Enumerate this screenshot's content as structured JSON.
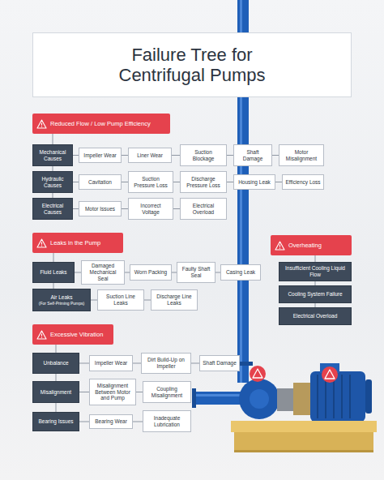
{
  "diagram": {
    "title": "Failure Tree for Centrifugal Pumps",
    "nodes": [
      {
        "text": [
          "Reduced Flow / Low Pump Efficiency"
        ]
      },
      {
        "text": [
          "Mechanical Causes"
        ]
      },
      {
        "text": [
          "Impeller Wear"
        ]
      },
      {
        "text": [
          "Liner Wear"
        ]
      },
      {
        "text": [
          "Suction Blockage"
        ]
      },
      {
        "text": [
          "Shaft Damage"
        ]
      },
      {
        "text": [
          "Motor Misalignment"
        ]
      },
      {
        "text": [
          "Hydraulic Causes"
        ]
      },
      {
        "text": [
          "Cavitation"
        ]
      },
      {
        "text": [
          "Suction Pressure Loss"
        ]
      },
      {
        "text": [
          "Discharge Pressure Loss"
        ]
      },
      {
        "text": [
          "Housing Leak"
        ]
      },
      {
        "text": [
          "Efficiency Loss"
        ]
      },
      {
        "text": [
          "Electrical Causes"
        ]
      },
      {
        "text": [
          "Motor Issues"
        ]
      },
      {
        "text": [
          "Incorrect Voltage"
        ]
      },
      {
        "text": [
          "Electrical Overload"
        ]
      },
      {
        "text": [
          "Leaks in the Pump"
        ]
      },
      {
        "text": [
          "Fluid Leaks"
        ]
      },
      {
        "text": [
          "Damaged Mechanical Seal"
        ]
      },
      {
        "text": [
          "Worn Packing"
        ]
      },
      {
        "text": [
          "Faulty Shaft Seal"
        ]
      },
      {
        "text": [
          "Casing Leak"
        ]
      },
      {
        "text": [
          "Air Leaks",
          "(For Self-Priming Pumps)"
        ]
      },
      {
        "text": [
          "Suction Line Leaks"
        ]
      },
      {
        "text": [
          "Discharge Line Leaks"
        ]
      },
      {
        "text": [
          "Overheating"
        ]
      },
      {
        "text": [
          "Insufficient Cooling Liquid Flow"
        ]
      },
      {
        "text": [
          "Cooling System Failure"
        ]
      },
      {
        "text": [
          "Electrical Overload"
        ]
      },
      {
        "text": [
          "Excessive Vibration"
        ]
      },
      {
        "text": [
          "Unbalance"
        ]
      },
      {
        "text": [
          "Impeller Wear"
        ]
      },
      {
        "text": [
          "Dirt Build-Up on Impeller"
        ]
      },
      {
        "text": [
          "Shaft Damage"
        ]
      },
      {
        "text": [
          "Misalignment"
        ]
      },
      {
        "text": [
          "Misalignment Between Motor and Pump"
        ]
      },
      {
        "text": [
          "Coupling Misalignment"
        ]
      },
      {
        "text": [
          "Bearing Issues"
        ]
      },
      {
        "text": [
          "Bearing Wear"
        ]
      },
      {
        "text": [
          "Inadequate Lubrication"
        ]
      }
    ],
    "edges": [
      {
        "from": 0,
        "to": 1,
        "arrow": "none"
      },
      {
        "from": 1,
        "to": 7,
        "arrow": "none"
      },
      {
        "from": 7,
        "to": 13,
        "arrow": "none"
      },
      {
        "from": 1,
        "to": 2,
        "arrow": "none"
      },
      {
        "from": 2,
        "to": 3,
        "arrow": "none"
      },
      {
        "from": 3,
        "to": 4,
        "arrow": "none"
      },
      {
        "from": 4,
        "to": 5,
        "arrow": "none"
      },
      {
        "from": 5,
        "to": 6,
        "arrow": "none"
      },
      {
        "from": 7,
        "to": 8,
        "arrow": "none"
      },
      {
        "from": 8,
        "to": 9,
        "arrow": "none"
      },
      {
        "from": 9,
        "to": 10,
        "arrow": "none"
      },
      {
        "from": 10,
        "to": 11,
        "arrow": "none"
      },
      {
        "from": 11,
        "to": 12,
        "arrow": "none"
      },
      {
        "from": 13,
        "to": 14,
        "arrow": "none"
      },
      {
        "from": 14,
        "to": 15,
        "arrow": "none"
      },
      {
        "from": 15,
        "to": 16,
        "arrow": "none"
      },
      {
        "from": 17,
        "to": 18,
        "arrow": "none"
      },
      {
        "from": 18,
        "to": 23,
        "arrow": "none"
      },
      {
        "from": 18,
        "to": 19,
        "arrow": "none"
      },
      {
        "from": 19,
        "to": 20,
        "arrow": "none"
      },
      {
        "from": 20,
        "to": 21,
        "arrow": "none"
      },
      {
        "from": 21,
        "to": 22,
        "arrow": "none"
      },
      {
        "from": 23,
        "to": 24,
        "arrow": "none"
      },
      {
        "from": 24,
        "to": 25,
        "arrow": "none"
      },
      {
        "from": 26,
        "to": 27,
        "arrow": "none"
      },
      {
        "from": 27,
        "to": 28,
        "arrow": "none"
      },
      {
        "from": 28,
        "to": 29,
        "arrow": "none"
      },
      {
        "from": 30,
        "to": 31,
        "arrow": "none"
      },
      {
        "from": 31,
        "to": 35,
        "arrow": "none"
      },
      {
        "from": 35,
        "to": 38,
        "arrow": "none"
      },
      {
        "from": 31,
        "to": 32,
        "arrow": "none"
      },
      {
        "from": 32,
        "to": 33,
        "arrow": "none"
      },
      {
        "from": 33,
        "to": 34,
        "arrow": "none"
      },
      {
        "from": 35,
        "to": 36,
        "arrow": "none"
      },
      {
        "from": 36,
        "to": 37,
        "arrow": "none"
      },
      {
        "from": 38,
        "to": 39,
        "arrow": "none"
      },
      {
        "from": 39,
        "to": 40,
        "arrow": "none"
      }
    ]
  }
}
